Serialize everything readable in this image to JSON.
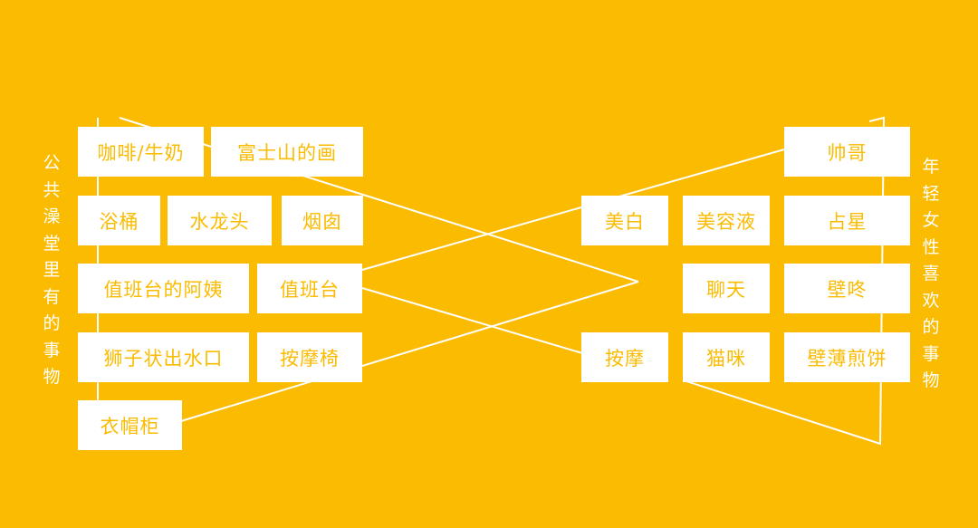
{
  "left_label": "公共澡堂里有的事物",
  "right_label": "年轻女性喜欢的事物",
  "left_items": {
    "coffee_milk": "咖啡/牛奶",
    "fuji_painting": "富士山的画",
    "bathtub": "浴桶",
    "faucet": "水龙头",
    "chimney": "烟囱",
    "desk_auntie": "值班台的阿姨",
    "front_desk": "值班台",
    "lion_spout": "狮子状出水口",
    "massage_chair": "按摩椅",
    "locker": "衣帽柜"
  },
  "right_items": {
    "handsome": "帅哥",
    "whitening": "美白",
    "serum": "美容液",
    "horoscope": "占星",
    "chatting": "聊天",
    "kabedon": "壁咚",
    "massage": "按摩",
    "cat": "猫咪",
    "crepe": "壁薄煎饼"
  },
  "colors": {
    "background": "#FABB00",
    "box": "#FFFFFF",
    "box_text": "#FABB00",
    "line": "#FFFFFF",
    "label": "#FFFFFF"
  }
}
